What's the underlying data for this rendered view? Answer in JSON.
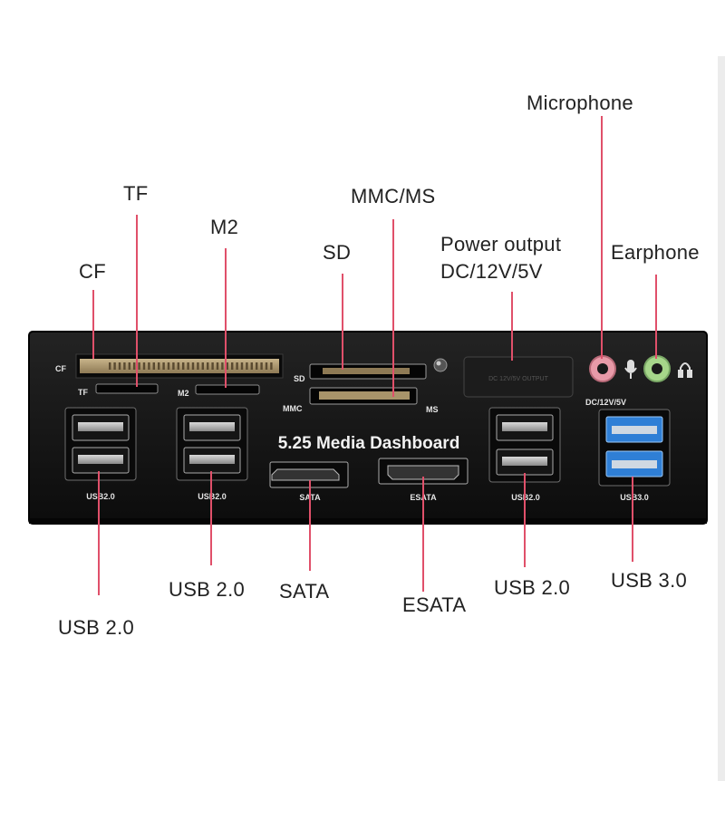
{
  "callouts": {
    "microphone": "Microphone",
    "tf": "TF",
    "mmc_ms": "MMC/MS",
    "m2": "M2",
    "power_output": "Power output\nDC/12V/5V",
    "sd": "SD",
    "earphone": "Earphone",
    "cf": "CF",
    "usb20_left": "USB 2.0",
    "sata": "SATA",
    "esata": "ESATA",
    "usb20_mid": "USB 2.0",
    "usb20_right": "USB 2.0",
    "usb30": "USB 3.0"
  },
  "panel": {
    "title": "5.25 Media Dashboard",
    "labels": {
      "cf": "CF",
      "tf": "TF",
      "m2": "M2",
      "sd": "SD",
      "mmc": "MMC",
      "ms": "MS",
      "dc": "DC/12V/5V",
      "usb_left": "USB2.0",
      "usb_mid": "USB2.0",
      "sata": "SATA",
      "esata": "ESATA",
      "usb_right": "USB2.0",
      "usb3": "USB3.0"
    }
  },
  "colors": {
    "lead_line": "#e0506a",
    "panel": "#141414",
    "usb3_blue": "#2f7fd6",
    "mic_jack": "#e89aa8",
    "earphone_jack": "#a6d68a"
  }
}
